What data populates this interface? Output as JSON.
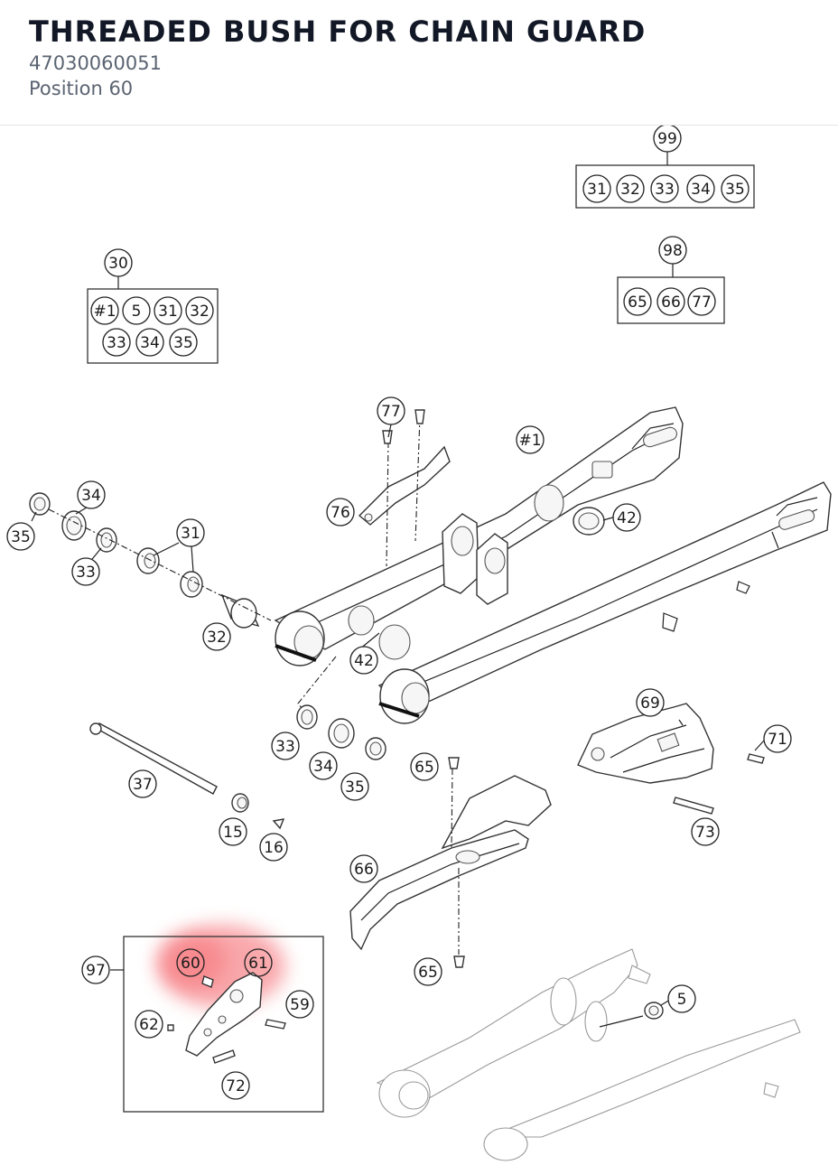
{
  "header": {
    "title": "THREADED BUSH FOR CHAIN GUARD",
    "part_number": "47030060051",
    "position": "Position 60"
  },
  "highlight": {
    "color": "#f2545b",
    "label": "60"
  },
  "callouts": {
    "c99": "99",
    "c98": "98",
    "c30": "30",
    "c77": "77",
    "c1": "#1",
    "c76": "76",
    "c34a": "34",
    "c35a": "35",
    "c33a": "33",
    "c31": "31",
    "c42a": "42",
    "c32": "32",
    "c42b": "42",
    "c33b": "33",
    "c34b": "34",
    "c35b": "35",
    "c37": "37",
    "c15": "15",
    "c16": "16",
    "c65a": "65",
    "c66": "66",
    "c65b": "65",
    "c69": "69",
    "c71": "71",
    "c73": "73",
    "c97": "97",
    "c60": "60",
    "c61": "61",
    "c59": "59",
    "c62": "62",
    "c72": "72",
    "c5b": "5"
  },
  "kits": {
    "k99": [
      "31",
      "32",
      "33",
      "34",
      "35"
    ],
    "k98": [
      "65",
      "66",
      "77"
    ],
    "k30_row1": [
      "#1",
      "5",
      "31",
      "32"
    ],
    "k30_row2": [
      "33",
      "34",
      "35"
    ]
  }
}
